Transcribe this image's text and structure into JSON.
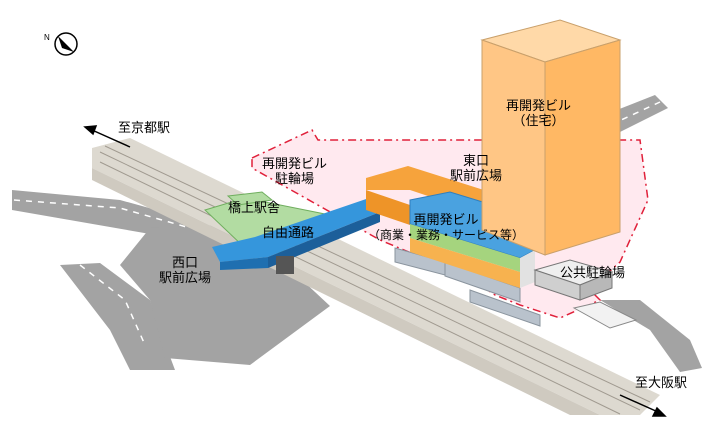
{
  "compass": {
    "north_label": "N",
    "icon": "north-arrow-icon"
  },
  "labels": {
    "to_kyoto": "至京都駅",
    "to_osaka": "至大阪駅",
    "redevelop_bike_line1": "再開発ビル",
    "redevelop_bike_line2": "駐輪場",
    "east_plaza_line1": "東口",
    "east_plaza_line2": "駅前広場",
    "residential_line1": "再開発ビル",
    "residential_line2": "（住宅）",
    "bridge_station": "橋上駅舎",
    "free_passage": "自由通路",
    "commercial_line1": "再開発ビル",
    "commercial_line2": "（商業・業務・サービス等）",
    "west_plaza_line1": "西口",
    "west_plaza_line2": "駅前広場",
    "public_bike": "公共駐輪場"
  },
  "colors": {
    "residential_tower": "#ffc685",
    "commercial_blue": "#3f97d8",
    "commercial_green": "#9fd07b",
    "podium_orange": "#f7a541",
    "bridge_green": "#a8d69a",
    "free_passage_blue": "#2b8fd6",
    "redevelop_zone": "#ffe7ee",
    "zone_border": "#e0203a",
    "track_bed": "#dcd8cf",
    "road_gray": "#9a9a9a"
  }
}
